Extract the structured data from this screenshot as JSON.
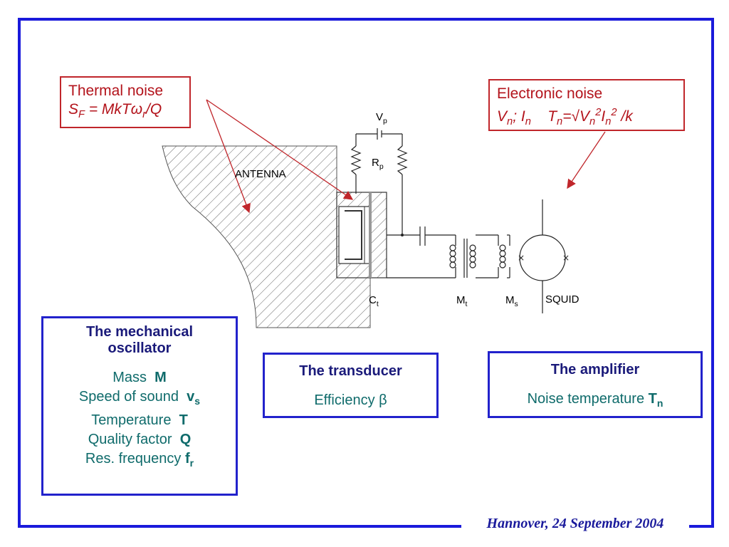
{
  "thermal_noise": {
    "title": "Thermal noise"
  },
  "electronic_noise": {
    "title": "Electronic noise"
  },
  "circuit": {
    "antenna": "ANTENNA",
    "vp": "V",
    "vp_sub": "p",
    "rp": "R",
    "rp_sub": "p",
    "ct": "C",
    "ct_sub": "t",
    "mt": "M",
    "mt_sub": "t",
    "ms": "M",
    "ms_sub": "s",
    "squid": "SQUID"
  },
  "mechanical_box": {
    "title_line1": "The mechanical",
    "title_line2": "oscillator",
    "items": [
      {
        "label": "Mass",
        "symbol": "M",
        "sub": ""
      },
      {
        "label": "Speed of sound",
        "symbol": "v",
        "sub": "s"
      },
      {
        "label": "Temperature",
        "symbol": "T",
        "sub": ""
      },
      {
        "label": "Quality factor",
        "symbol": "Q",
        "sub": ""
      },
      {
        "label": "Res.  frequency",
        "symbol": "f",
        "sub": "r"
      }
    ]
  },
  "transducer_box": {
    "title": "The transducer",
    "label": "Efficiency",
    "symbol": "β"
  },
  "amplifier_box": {
    "title": "The amplifier",
    "label": "Noise temperature",
    "symbol": "T",
    "sub": "n"
  },
  "footer": "Hannover, 24 September 2004",
  "colors": {
    "frame": "#1a1adb",
    "noise": "#c0262b",
    "teal": "#0f6b6b",
    "navy": "#1a1a7a"
  }
}
